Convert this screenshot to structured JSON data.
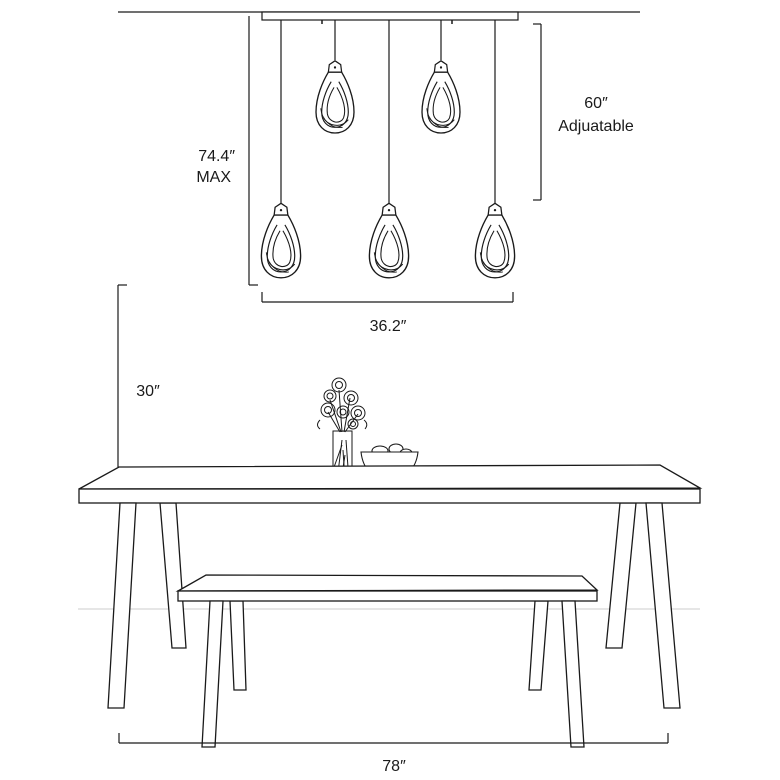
{
  "dimensions": {
    "overall_height": {
      "value": "74.4″",
      "qualifier": "MAX"
    },
    "cord_length": {
      "value": "60″",
      "qualifier": "Adjuatable"
    },
    "canopy_width": "36.2″",
    "table_height": "30″",
    "table_length": "78″"
  },
  "colors": {
    "line": "#1a1a1a",
    "floor": "#d8d8d8"
  }
}
